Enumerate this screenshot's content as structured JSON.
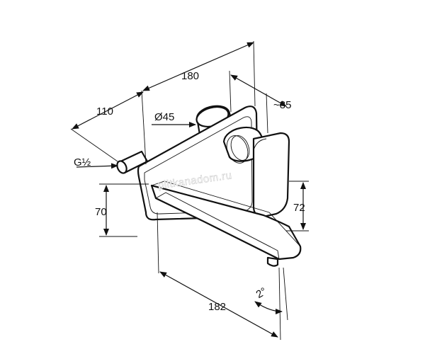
{
  "dimensions": {
    "total_depth": "180",
    "rear_depth": "110",
    "rosette_diameter": "Ø45",
    "connection_thread": "G½",
    "outlet_height": "70",
    "lever_width": "~85",
    "lever_height": "72",
    "spout_length": "182",
    "spout_angle": "2°"
  },
  "watermark": "plitkanadom.ru"
}
